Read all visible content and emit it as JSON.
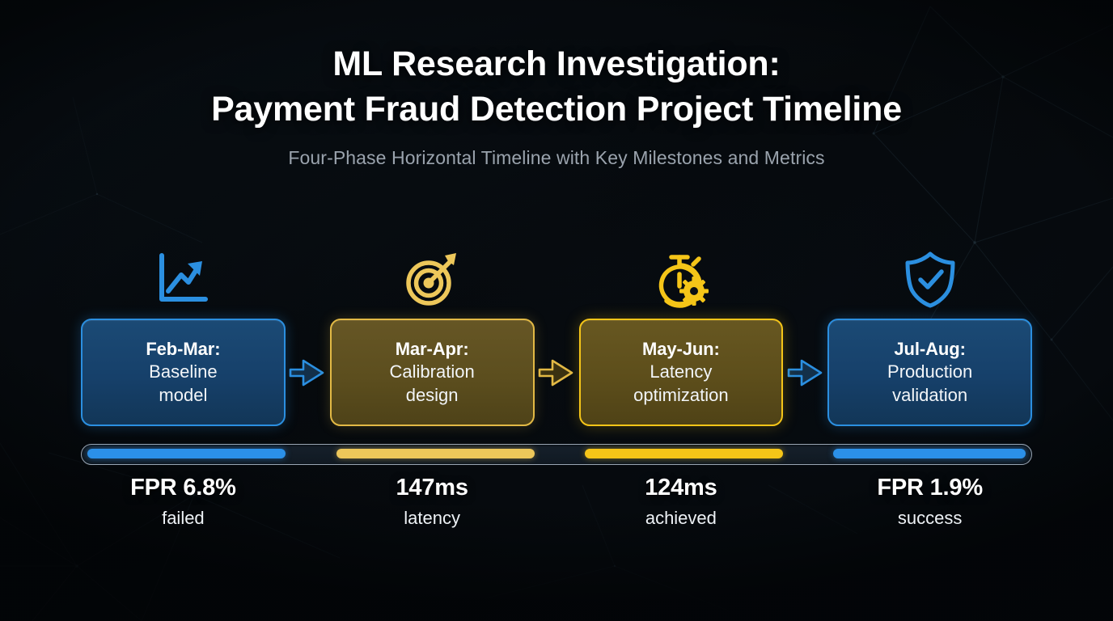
{
  "header": {
    "title_line1": "ML Research Investigation:",
    "title_line2": "Payment Fraud Detection Project Timeline",
    "subtitle": "Four-Phase Horizontal Timeline with Key Milestones and Metrics"
  },
  "colors": {
    "background": "#080c10",
    "blue_accent": "#2b8fe0",
    "blue_fill": "#16406a",
    "gold_accent": "#e2b945",
    "gold_bright_accent": "#f5c518",
    "gold_fill": "#5c4e1e",
    "progress_blue": "#2b90e8",
    "progress_gold": "#edc75a",
    "progress_gold_bright": "#f5c518",
    "title_text": "#ffffff",
    "subtitle_text": "#9aa3ad"
  },
  "phases": [
    {
      "icon": "trending-up-chart-icon",
      "period": "Feb-Mar:",
      "description_line1": "Baseline",
      "description_line2": "model",
      "theme": "blue",
      "metric_value": "FPR 6.8%",
      "metric_label": "failed",
      "bar_color": "#2b90e8"
    },
    {
      "icon": "target-bullseye-icon",
      "period": "Mar-Apr:",
      "description_line1": "Calibration",
      "description_line2": "design",
      "theme": "gold",
      "metric_value": "147ms",
      "metric_label": "latency",
      "bar_color": "#edc75a"
    },
    {
      "icon": "stopwatch-gear-icon",
      "period": "May-Jun:",
      "description_line1": "Latency",
      "description_line2": "optimization",
      "theme": "gold-bright",
      "metric_value": "124ms",
      "metric_label": "achieved",
      "bar_color": "#f5c518"
    },
    {
      "icon": "shield-check-icon",
      "period": "Jul-Aug:",
      "description_line1": "Production",
      "description_line2": "validation",
      "theme": "blue",
      "metric_value": "FPR 1.9%",
      "metric_label": "success",
      "bar_color": "#2b90e8"
    }
  ],
  "connectors": [
    {
      "name": "arrow-phase1-to-phase2",
      "color": "#2b8fe0"
    },
    {
      "name": "arrow-phase2-to-phase3",
      "color": "#e2b945"
    },
    {
      "name": "arrow-phase3-to-phase4",
      "color": "#2b8fe0"
    }
  ]
}
